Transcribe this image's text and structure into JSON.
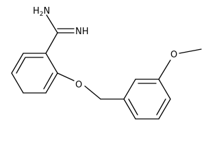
{
  "structure": {
    "labels": {
      "amine_n": "H2N",
      "imine_n": "NH",
      "ether_o": "O",
      "methoxy": "O"
    }
  }
}
